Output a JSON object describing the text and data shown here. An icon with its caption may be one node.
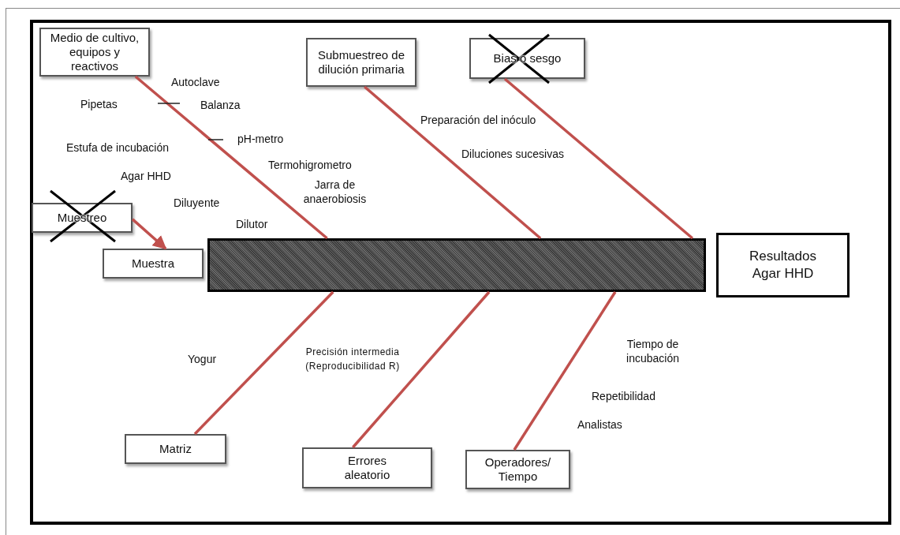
{
  "diagram": {
    "nodes": [
      {
        "text": [
          "Medio de cultivo, equipos y reactivos"
        ]
      },
      {
        "text": [
          "Submuestreo de dilución primaria"
        ]
      },
      {
        "text": [
          "Bias o sesgo"
        ]
      },
      {
        "text": [
          "Muestreo"
        ]
      },
      {
        "text": [
          "Muestra"
        ]
      },
      {
        "text": [],
        "shape": "bar"
      },
      {
        "text": [
          "Resultados Agar HHD"
        ]
      },
      {
        "text": [
          "Matriz"
        ]
      },
      {
        "text": [
          "Errores aleatorio"
        ]
      },
      {
        "text": [
          "Operadores/ Tiempo"
        ]
      }
    ],
    "edges": [
      {
        "from": 0,
        "to": 5,
        "arrow": "none"
      },
      {
        "from": 1,
        "to": 5,
        "arrow": "none"
      },
      {
        "from": 2,
        "to": 5,
        "arrow": "none"
      },
      {
        "from": 3,
        "to": 4,
        "arrow": "to"
      },
      {
        "from": 7,
        "to": 5,
        "arrow": "none"
      },
      {
        "from": 8,
        "to": 5,
        "arrow": "none"
      },
      {
        "from": 9,
        "to": 5,
        "arrow": "none"
      }
    ],
    "labels": [
      "Autoclave",
      "Pipetas",
      "Balanza",
      "Preparación del inóculo",
      "pH-metro",
      "Estufa de incubación",
      "Diluciones sucesivas",
      "Termohigrometro",
      "Agar HHD",
      "Jarra de anaerobiosis",
      "Diluyente",
      "Dilutor",
      "Tiempo de incubación",
      "Precisión intermedia (Reproducibilidad R)",
      "Yogur",
      "Repetibilidad",
      "Analistas"
    ]
  }
}
